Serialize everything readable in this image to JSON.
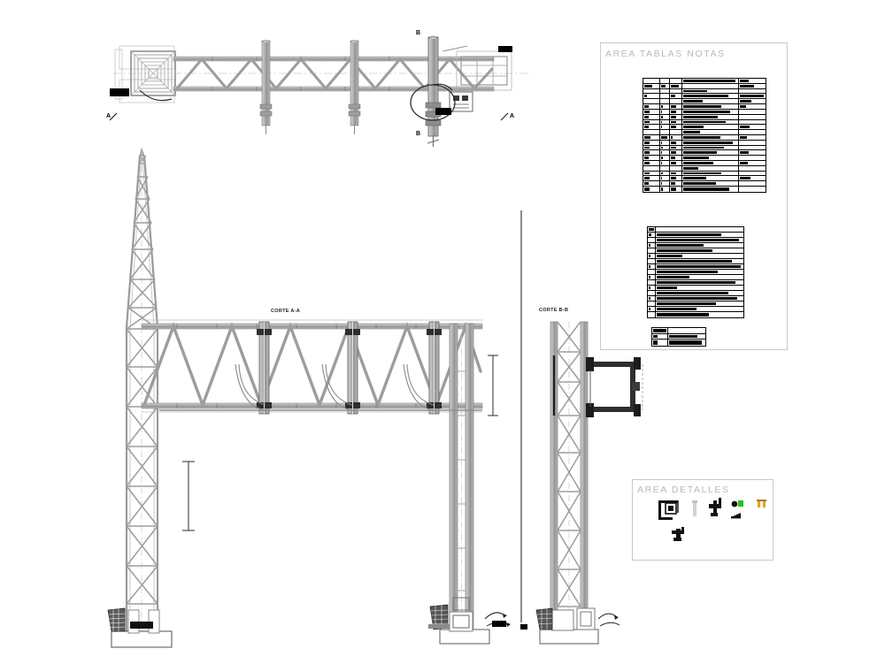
{
  "drawing": {
    "background": "#ffffff",
    "line_color": "#8c8c8c",
    "dark_line_color": "#3a3a3a",
    "ink_color": "#000000",
    "panel_border": "#c9c9c9",
    "title_color": "#b9b9b9"
  },
  "views": {
    "plan": {
      "name": "plan-view",
      "section_marker_left": "A",
      "section_marker_right_top": "B",
      "section_marker_right_bottom": "B",
      "section_marker_far_right": "A",
      "bays": 3,
      "post_count": 3
    },
    "elevation": {
      "name": "elevation-corte-a-a",
      "label": "CORTE A-A",
      "tower_height_note": "",
      "bays": 3,
      "dimension_vertical_left": "",
      "dimension_vertical_right": ""
    },
    "section_bb": {
      "name": "section-corte-b-b",
      "label": "CORTE B-B"
    }
  },
  "panels": {
    "notes": {
      "title": "AREA TABLAS NOTAS",
      "tables": [
        {
          "name": "specification-table",
          "columns": 5,
          "rows": [
            {
              "cells": [
                {
                  "w": 14,
                  "ink": 0
                },
                {
                  "w": 8,
                  "ink": 0
                },
                {
                  "w": 10,
                  "ink": 0
                },
                {
                  "w": 46,
                  "ink": 98
                },
                {
                  "w": 22,
                  "ink": 40
                }
              ]
            },
            {
              "cells": [
                {
                  "w": 14,
                  "ink": 62
                },
                {
                  "w": 8,
                  "ink": 70
                },
                {
                  "w": 10,
                  "ink": 80
                },
                {
                  "w": 46,
                  "ink": 0
                },
                {
                  "w": 22,
                  "ink": 60
                }
              ]
            },
            {
              "cells": [
                {
                  "w": 14,
                  "ink": 0
                },
                {
                  "w": 8,
                  "ink": 0
                },
                {
                  "w": 10,
                  "ink": 0
                },
                {
                  "w": 46,
                  "ink": 46
                },
                {
                  "w": 22,
                  "ink": 0
                }
              ]
            },
            {
              "cells": [
                {
                  "w": 14,
                  "ink": 30
                },
                {
                  "w": 8,
                  "ink": 0
                },
                {
                  "w": 10,
                  "ink": 52
                },
                {
                  "w": 46,
                  "ink": 84
                },
                {
                  "w": 22,
                  "ink": 96
                }
              ]
            },
            {
              "cells": [
                {
                  "w": 14,
                  "ink": 0
                },
                {
                  "w": 8,
                  "ink": 0
                },
                {
                  "w": 10,
                  "ink": 0
                },
                {
                  "w": 46,
                  "ink": 38
                },
                {
                  "w": 22,
                  "ink": 52
                }
              ]
            },
            {
              "cells": [
                {
                  "w": 14,
                  "ink": 40
                },
                {
                  "w": 8,
                  "ink": 36
                },
                {
                  "w": 10,
                  "ink": 58
                },
                {
                  "w": 46,
                  "ink": 72
                },
                {
                  "w": 22,
                  "ink": 30
                }
              ]
            },
            {
              "cells": [
                {
                  "w": 14,
                  "ink": 44
                },
                {
                  "w": 8,
                  "ink": 30
                },
                {
                  "w": 10,
                  "ink": 62
                },
                {
                  "w": 46,
                  "ink": 88
                },
                {
                  "w": 22,
                  "ink": 0
                }
              ]
            },
            {
              "cells": [
                {
                  "w": 14,
                  "ink": 40
                },
                {
                  "w": 8,
                  "ink": 32
                },
                {
                  "w": 10,
                  "ink": 56
                },
                {
                  "w": 46,
                  "ink": 66
                },
                {
                  "w": 22,
                  "ink": 0
                }
              ]
            },
            {
              "cells": [
                {
                  "w": 14,
                  "ink": 42
                },
                {
                  "w": 8,
                  "ink": 30
                },
                {
                  "w": 10,
                  "ink": 60
                },
                {
                  "w": 46,
                  "ink": 80
                },
                {
                  "w": 22,
                  "ink": 0
                }
              ]
            },
            {
              "cells": [
                {
                  "w": 14,
                  "ink": 40
                },
                {
                  "w": 8,
                  "ink": 28
                },
                {
                  "w": 10,
                  "ink": 56
                },
                {
                  "w": 46,
                  "ink": 40
                },
                {
                  "w": 22,
                  "ink": 44
                }
              ]
            },
            {
              "cells": [
                {
                  "w": 14,
                  "ink": 0
                },
                {
                  "w": 8,
                  "ink": 0
                },
                {
                  "w": 10,
                  "ink": 0
                },
                {
                  "w": 46,
                  "ink": 34
                },
                {
                  "w": 22,
                  "ink": 0
                }
              ]
            },
            {
              "cells": [
                {
                  "w": 14,
                  "ink": 48
                },
                {
                  "w": 8,
                  "ink": 90
                },
                {
                  "w": 10,
                  "ink": 30
                },
                {
                  "w": 46,
                  "ink": 70
                },
                {
                  "w": 22,
                  "ink": 34
                }
              ]
            },
            {
              "cells": [
                {
                  "w": 14,
                  "ink": 44
                },
                {
                  "w": 8,
                  "ink": 30
                },
                {
                  "w": 10,
                  "ink": 60
                },
                {
                  "w": 46,
                  "ink": 92
                },
                {
                  "w": 22,
                  "ink": 0
                }
              ]
            },
            {
              "cells": [
                {
                  "w": 14,
                  "ink": 46
                },
                {
                  "w": 8,
                  "ink": 34
                },
                {
                  "w": 10,
                  "ink": 58
                },
                {
                  "w": 46,
                  "ink": 76
                },
                {
                  "w": 22,
                  "ink": 0
                }
              ]
            },
            {
              "cells": [
                {
                  "w": 14,
                  "ink": 42
                },
                {
                  "w": 8,
                  "ink": 30
                },
                {
                  "w": 10,
                  "ink": 56
                },
                {
                  "w": 46,
                  "ink": 64
                },
                {
                  "w": 22,
                  "ink": 40
                }
              ]
            },
            {
              "cells": [
                {
                  "w": 14,
                  "ink": 40
                },
                {
                  "w": 8,
                  "ink": 32
                },
                {
                  "w": 10,
                  "ink": 54
                },
                {
                  "w": 46,
                  "ink": 50
                },
                {
                  "w": 22,
                  "ink": 0
                }
              ]
            },
            {
              "cells": [
                {
                  "w": 14,
                  "ink": 44
                },
                {
                  "w": 8,
                  "ink": 30
                },
                {
                  "w": 10,
                  "ink": 58
                },
                {
                  "w": 46,
                  "ink": 58
                },
                {
                  "w": 22,
                  "ink": 36
                }
              ]
            },
            {
              "cells": [
                {
                  "w": 14,
                  "ink": 0
                },
                {
                  "w": 8,
                  "ink": 0
                },
                {
                  "w": 10,
                  "ink": 0
                },
                {
                  "w": 46,
                  "ink": 30
                },
                {
                  "w": 22,
                  "ink": 0
                }
              ]
            },
            {
              "cells": [
                {
                  "w": 14,
                  "ink": 46
                },
                {
                  "w": 8,
                  "ink": 34
                },
                {
                  "w": 10,
                  "ink": 60
                },
                {
                  "w": 46,
                  "ink": 72
                },
                {
                  "w": 22,
                  "ink": 0
                }
              ]
            },
            {
              "cells": [
                {
                  "w": 14,
                  "ink": 42
                },
                {
                  "w": 8,
                  "ink": 30
                },
                {
                  "w": 10,
                  "ink": 56
                },
                {
                  "w": 46,
                  "ink": 44
                },
                {
                  "w": 22,
                  "ink": 48
                }
              ]
            },
            {
              "cells": [
                {
                  "w": 14,
                  "ink": 40
                },
                {
                  "w": 8,
                  "ink": 30
                },
                {
                  "w": 10,
                  "ink": 54
                },
                {
                  "w": 46,
                  "ink": 62
                },
                {
                  "w": 22,
                  "ink": 0
                }
              ]
            },
            {
              "cells": [
                {
                  "w": 14,
                  "ink": 44
                },
                {
                  "w": 8,
                  "ink": 32
                },
                {
                  "w": 10,
                  "ink": 58
                },
                {
                  "w": 46,
                  "ink": 86
                },
                {
                  "w": 22,
                  "ink": 0
                }
              ]
            }
          ]
        },
        {
          "name": "notes-table",
          "columns": 2,
          "rows": [
            {
              "cells": [
                {
                  "w": 8,
                  "ink": 100
                },
                {
                  "w": 92,
                  "ink": 0
                }
              ]
            },
            {
              "cells": [
                {
                  "w": 8,
                  "ink": 60
                },
                {
                  "w": 92,
                  "ink": 76
                }
              ]
            },
            {
              "cells": [
                {
                  "w": 8,
                  "ink": 0
                },
                {
                  "w": 92,
                  "ink": 96
                }
              ]
            },
            {
              "cells": [
                {
                  "w": 8,
                  "ink": 55
                },
                {
                  "w": 92,
                  "ink": 56
                }
              ]
            },
            {
              "cells": [
                {
                  "w": 8,
                  "ink": 0
                },
                {
                  "w": 92,
                  "ink": 66
                }
              ]
            },
            {
              "cells": [
                {
                  "w": 8,
                  "ink": 55
                },
                {
                  "w": 92,
                  "ink": 32
                }
              ]
            },
            {
              "cells": [
                {
                  "w": 8,
                  "ink": 0
                },
                {
                  "w": 92,
                  "ink": 88
                }
              ]
            },
            {
              "cells": [
                {
                  "w": 8,
                  "ink": 55
                },
                {
                  "w": 92,
                  "ink": 98
                }
              ]
            },
            {
              "cells": [
                {
                  "w": 8,
                  "ink": 0
                },
                {
                  "w": 92,
                  "ink": 72
                }
              ]
            },
            {
              "cells": [
                {
                  "w": 8,
                  "ink": 55
                },
                {
                  "w": 92,
                  "ink": 40
                }
              ]
            },
            {
              "cells": [
                {
                  "w": 8,
                  "ink": 0
                },
                {
                  "w": 92,
                  "ink": 92
                }
              ]
            },
            {
              "cells": [
                {
                  "w": 8,
                  "ink": 55
                },
                {
                  "w": 92,
                  "ink": 26
                }
              ]
            },
            {
              "cells": [
                {
                  "w": 8,
                  "ink": 0
                },
                {
                  "w": 92,
                  "ink": 84
                }
              ]
            },
            {
              "cells": [
                {
                  "w": 8,
                  "ink": 55
                },
                {
                  "w": 92,
                  "ink": 94
                }
              ]
            },
            {
              "cells": [
                {
                  "w": 8,
                  "ink": 0
                },
                {
                  "w": 92,
                  "ink": 70
                }
              ]
            },
            {
              "cells": [
                {
                  "w": 8,
                  "ink": 55
                },
                {
                  "w": 92,
                  "ink": 48
                }
              ]
            },
            {
              "cells": [
                {
                  "w": 8,
                  "ink": 0
                },
                {
                  "w": 92,
                  "ink": 62
                }
              ]
            }
          ]
        },
        {
          "name": "legend-table",
          "columns": 2,
          "rows": [
            {
              "cells": [
                {
                  "w": 30,
                  "ink": 100
                },
                {
                  "w": 70,
                  "ink": 0
                }
              ]
            },
            {
              "cells": [
                {
                  "w": 30,
                  "ink": 40
                },
                {
                  "w": 70,
                  "ink": 80
                }
              ]
            },
            {
              "cells": [
                {
                  "w": 30,
                  "ink": 40
                },
                {
                  "w": 70,
                  "ink": 92
                }
              ]
            }
          ]
        }
      ]
    },
    "details": {
      "title": "AREA DETALLES",
      "accent_green": "#22c122",
      "accent_orange": "#e8a317",
      "items": [
        {
          "name": "detail-bracket-assembly"
        },
        {
          "name": "detail-post-grey"
        },
        {
          "name": "detail-luminaire-mount"
        },
        {
          "name": "detail-signal-head"
        },
        {
          "name": "detail-fixings"
        },
        {
          "name": "detail-anchor-bolt"
        }
      ]
    }
  }
}
